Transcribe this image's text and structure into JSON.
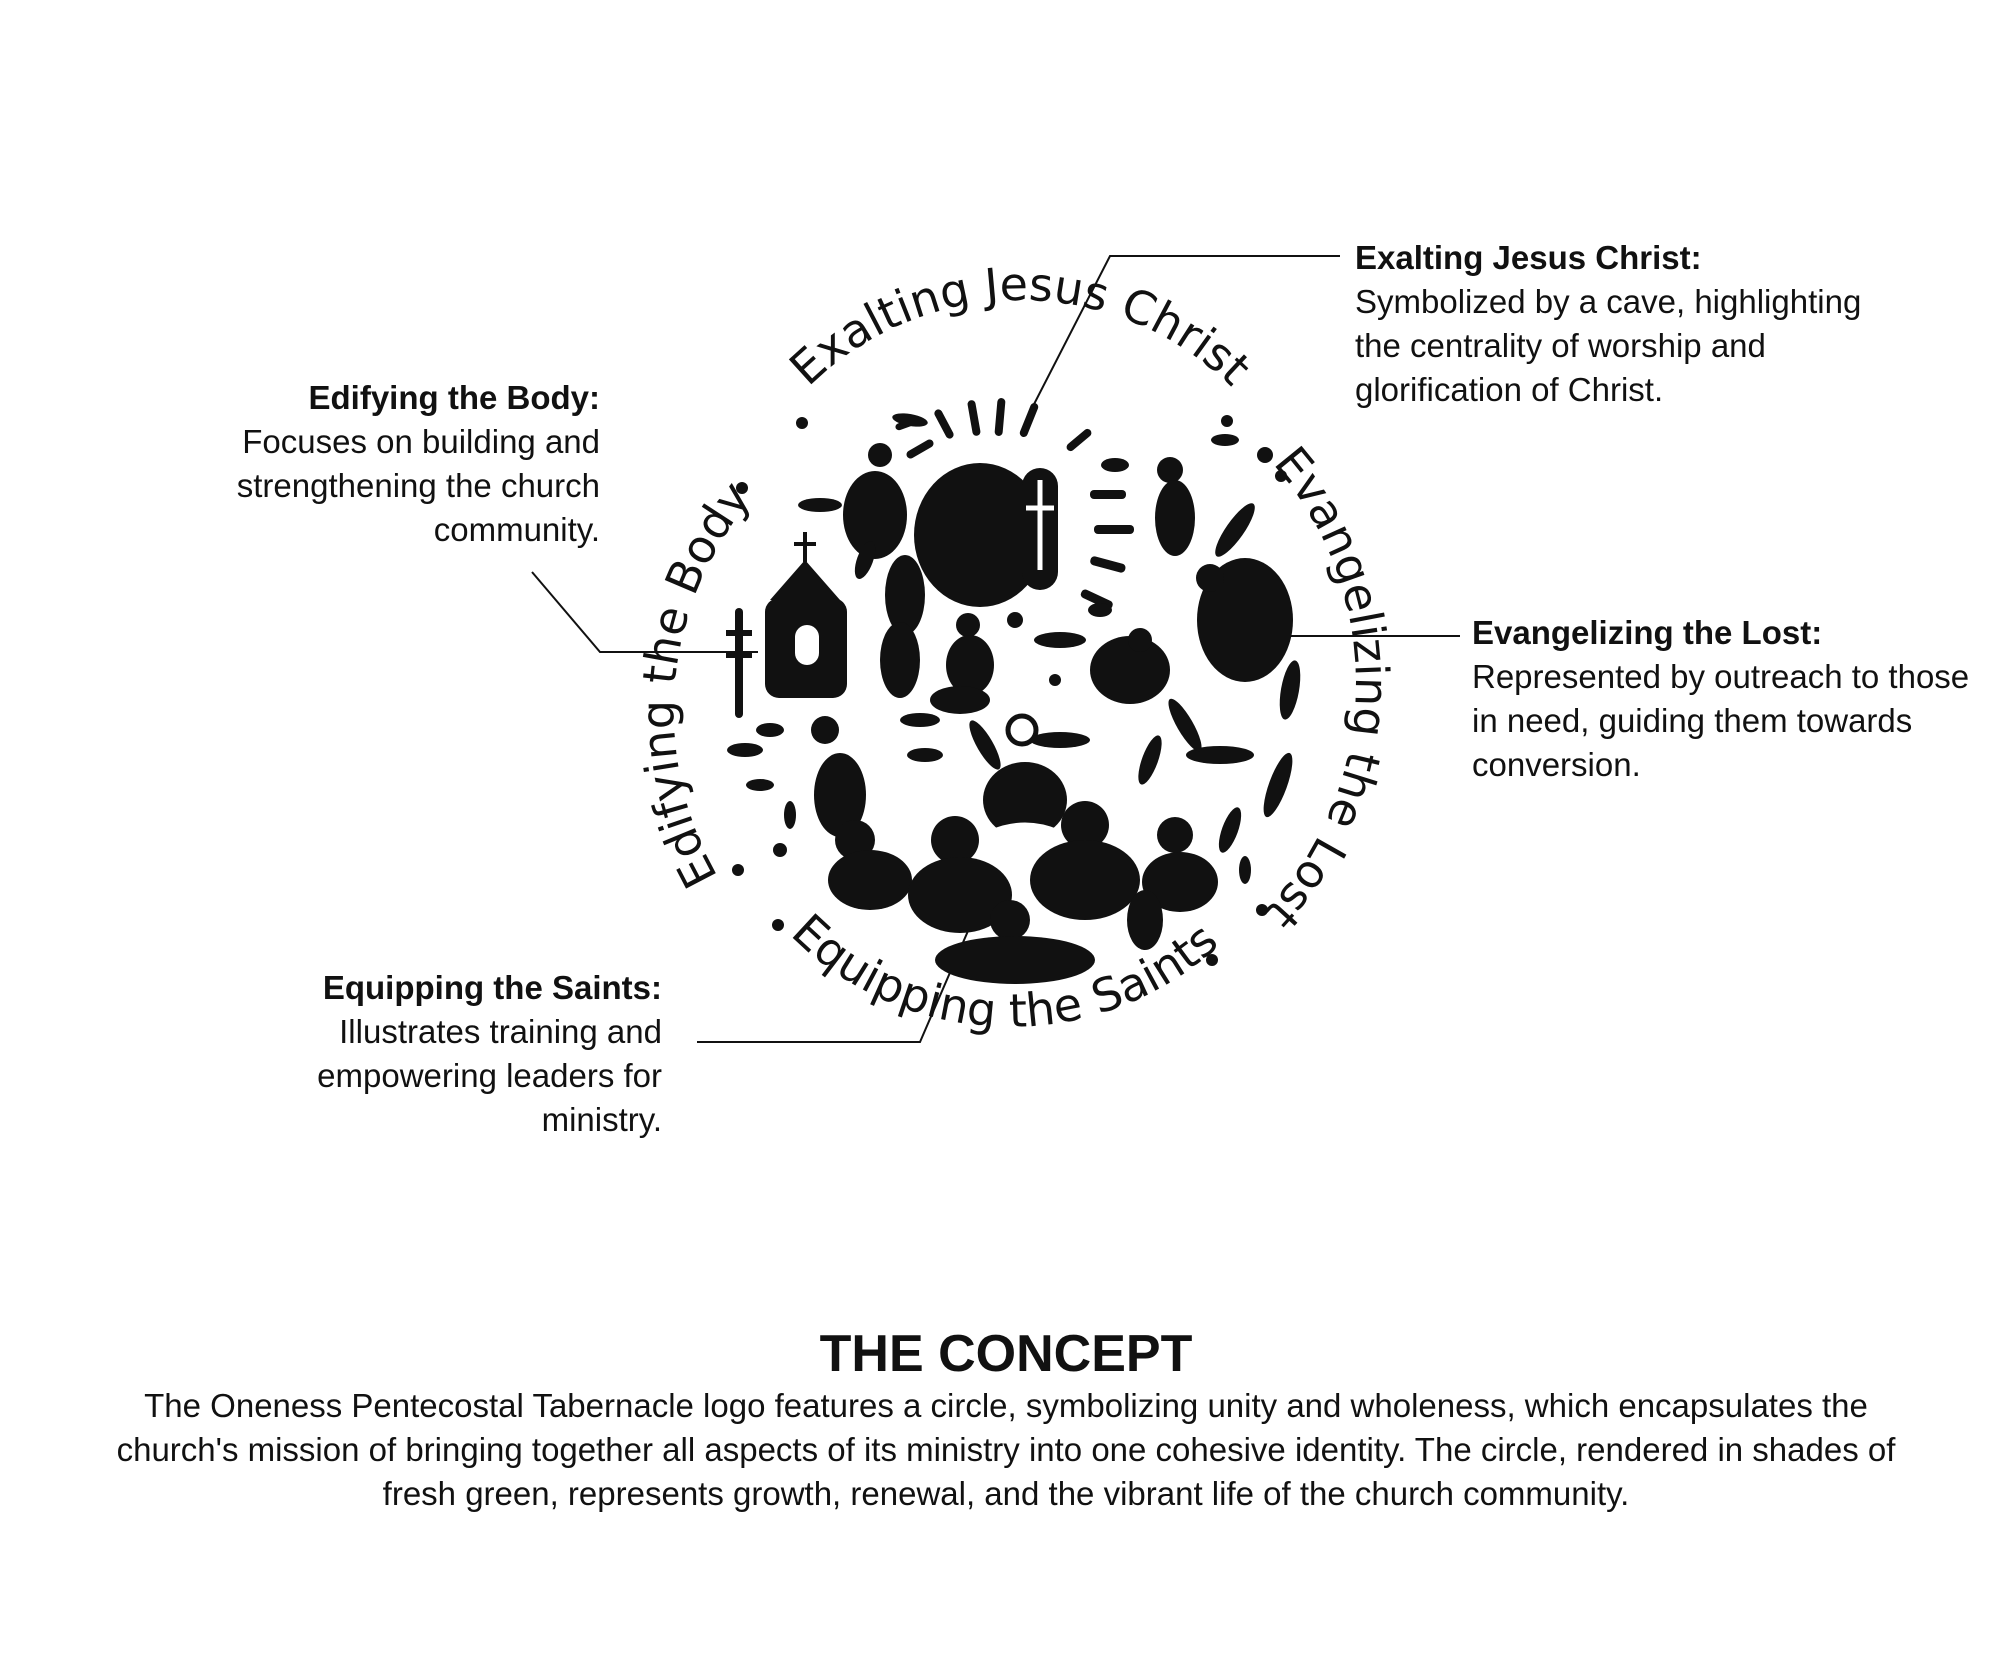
{
  "logo": {
    "ring_labels": {
      "exalting": "Exalting Jesus Christ",
      "evangelizing": "Evangelizing the Lost",
      "equipping": "Equipping the Saints",
      "edifying": "Edifying the Body"
    },
    "ink_color": "#111111",
    "background_color": "#ffffff"
  },
  "callouts": {
    "exalting": {
      "title": "Exalting Jesus Christ:",
      "description": "Symbolized by a cave, highlighting the centrality of worship and glorification of Christ."
    },
    "edifying": {
      "title": "Edifying the Body:",
      "description": "Focuses on building and strengthening the church community."
    },
    "evangelizing": {
      "title": "Evangelizing the Lost:",
      "description": "Represented by outreach to those in need, guiding them towards conversion."
    },
    "equipping": {
      "title": "Equipping the Saints:",
      "description": "Illustrates training and empowering leaders for ministry."
    }
  },
  "concept": {
    "title": "THE CONCEPT",
    "body": "The Oneness Pentecostal Tabernacle logo features a circle, symbolizing unity and wholeness, which encapsulates the church's mission of bringing together all aspects of its ministry into one cohesive identity. The circle, rendered in shades of fresh green, represents growth, renewal, and the vibrant life of the church community."
  }
}
